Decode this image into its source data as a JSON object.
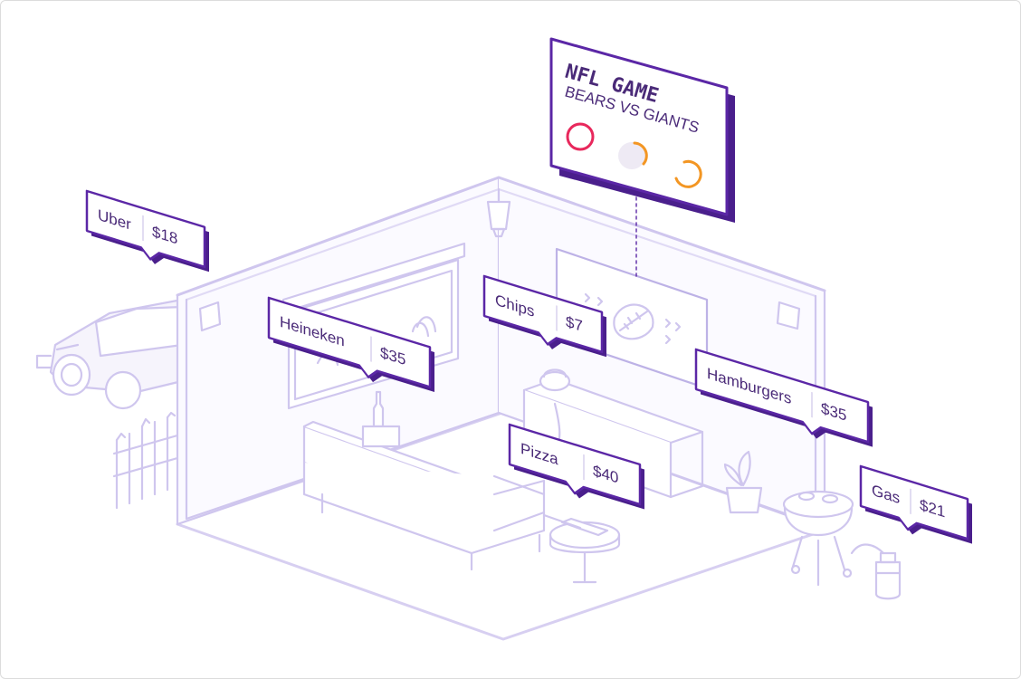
{
  "colors": {
    "line": "#cfc6ee",
    "line_dark": "#bdb2e6",
    "fill_soft": "#f4f1fc",
    "tag_border": "#5b27a6",
    "tag_shadow": "#4a1f8c",
    "tag_text": "#4a2a78",
    "ring_red": "#e8285c",
    "ring_orange": "#f39623"
  },
  "scoreboard": {
    "title": "NFL GAME",
    "subtitle": "BEARS VS GIANTS"
  },
  "price_tags": [
    {
      "item": "Uber",
      "price": "$18"
    },
    {
      "item": "Heineken",
      "price": "$35"
    },
    {
      "item": "Chips",
      "price": "$7"
    },
    {
      "item": "Hamburgers",
      "price": "$35"
    },
    {
      "item": "Pizza",
      "price": "$40"
    },
    {
      "item": "Gas",
      "price": "$21"
    }
  ],
  "icons": [
    "car-icon",
    "fence-icon",
    "lamp-icon",
    "window-icon",
    "sofa-icon",
    "bottle-icon",
    "tv-football-icon",
    "sideboard-icon",
    "popcorn-bowl-icon",
    "plant-icon",
    "grill-icon",
    "gas-tank-icon",
    "side-table-icon"
  ]
}
